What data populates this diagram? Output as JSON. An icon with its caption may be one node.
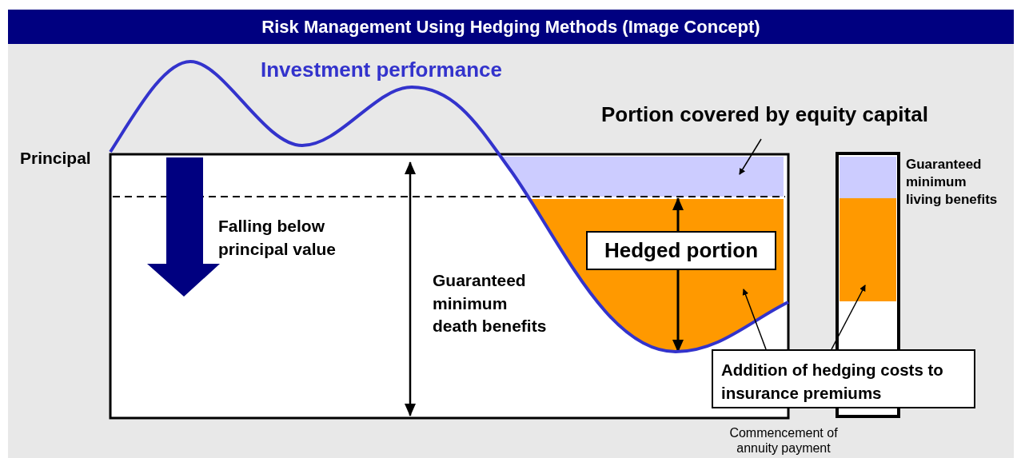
{
  "diagram": {
    "title": "Risk Management Using Hedging Methods (Image Concept)",
    "nodes": [
      {
        "text": [
          "Portion covered by equity capital"
        ]
      },
      {
        "text": [],
        "shape": "box"
      },
      {
        "text": [
          "Addition of hedging costs to insurance premiums"
        ]
      },
      {
        "text": [],
        "shape": "box"
      },
      {
        "text": [],
        "shape": "bar"
      },
      {
        "text": [
          "Hedged portion"
        ],
        "in": 3
      }
    ],
    "edges": [
      {
        "from": 0,
        "to": 1,
        "arrow": "to"
      },
      {
        "from": 2,
        "to": 3,
        "arrow": "to"
      },
      {
        "from": 2,
        "to": 4,
        "arrow": "to"
      }
    ],
    "labels": [
      "Investment performance",
      "Principal",
      "Falling below principal value",
      "Guaranteed minimum death benefits",
      "Guaranteed minimum living benefits",
      "Commencement of annuity payment"
    ]
  }
}
